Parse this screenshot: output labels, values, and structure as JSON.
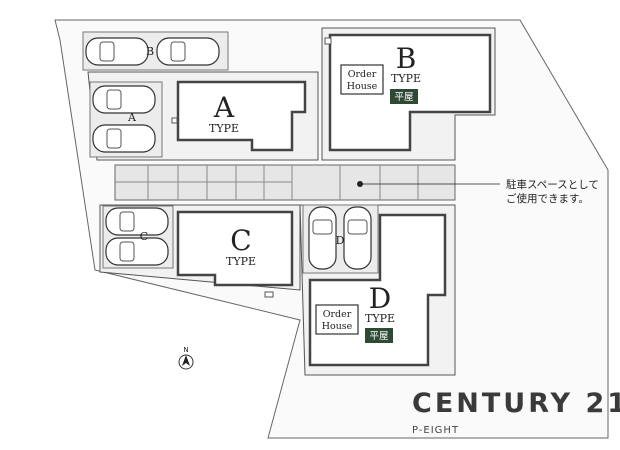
{
  "plots": [
    {
      "letter": "A",
      "type_label": "TYPE"
    },
    {
      "letter": "B",
      "type_label": "TYPE"
    },
    {
      "letter": "C",
      "type_label": "TYPE"
    },
    {
      "letter": "D",
      "type_label": "TYPE"
    }
  ],
  "parking_labels": [
    "B",
    "A",
    "C",
    "D"
  ],
  "order_house": {
    "line1": "Order",
    "line2": "House"
  },
  "single_story_badge": "平屋",
  "parking_note": {
    "line1": "駐車スペースとして",
    "line2": "ご使用できます。"
  },
  "compass": "N",
  "brand": {
    "name": "CENTURY 21",
    "branch": "P-EIGHT"
  },
  "colors": {
    "lot": "#f2f2f2",
    "road": "#e6e6e6",
    "wall": "#555555",
    "badge_bg": "#2f4a34",
    "brand_text": "#3a3a3a"
  }
}
